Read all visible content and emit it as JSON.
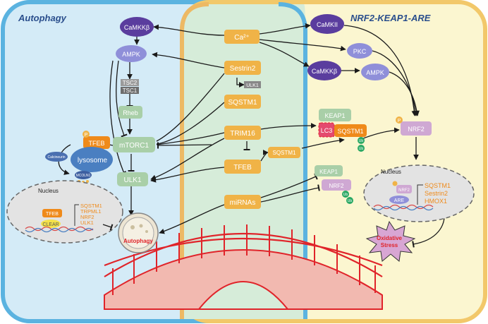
{
  "panels": {
    "left_title": "Autophagy",
    "right_title": "NRF2-KEAP1-ARE"
  },
  "left": {
    "camkkb": "CaMKKβ",
    "ampk": "AMPK",
    "tsc2": "TSC2",
    "tsc1": "TSC1",
    "rheb": "Rheb",
    "mtorc1": "mTORC1",
    "tfeb": "TFEB",
    "p": "P",
    "lysosome": "lysosome",
    "calcineurin": "Calcineurin",
    "mcoln1": "MCOLN1",
    "ulk1": "ULK1",
    "nucleus": "Nucleus",
    "nucleus_tfeb": "TFEB",
    "clear": "CLEAR",
    "genes": [
      "SQSTM1",
      "TRPML1",
      "NRF2",
      "ULK1"
    ],
    "autophagy": "Autophagy"
  },
  "center": {
    "ca": "Ca²⁺",
    "sestrin2": "Sestrin2",
    "ulk1_small": "ULK1",
    "sqstm1": "SQSTM1",
    "trim16": "TRIM16",
    "tfeb": "TFEB",
    "mirnas": "miRNAs",
    "sqstm1_b": "SQSTM1"
  },
  "right": {
    "camkii": "CaMKII",
    "pkc": "PKC",
    "camkkb": "CaMKKβ",
    "ampk": "AMPK",
    "nrf2": "NRF2",
    "p": "P",
    "keap1_top": "KEAP1",
    "lc3": "LC3",
    "sqstm1": "SQSTM1",
    "ub": "Ub",
    "keap1_bottom": "KEAP1",
    "nrf2_bottom": "NRF2",
    "nucleus": "Nucleus",
    "nucleus_nrf2": "NRF2",
    "are": "ARE",
    "genes": [
      "SQSTM1",
      "Sestrin2",
      "HMOX1"
    ],
    "oxidative_stress": [
      "Oxidative",
      "Stress"
    ]
  },
  "colors": {
    "left_panel_fill": "#d4ebf7",
    "left_panel_border": "#5bb3e0",
    "right_panel_fill": "#fbf6d0",
    "right_panel_border": "#f2c86a",
    "center_fill": "#d6ecd9",
    "center_border": "#edb964",
    "orange_node": "#f0b347",
    "green_node": "#a9cfa8",
    "purple_dark": "#5a3d9e",
    "purple_light": "#8f8fd9",
    "pink_node": "#cfa8d3",
    "ub_green": "#2aa864",
    "bridge_red": "#e0242a",
    "bridge_fill": "#f2b9b0"
  }
}
